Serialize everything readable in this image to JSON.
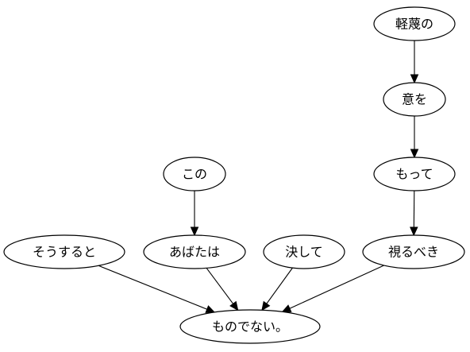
{
  "diagram": {
    "nodes": [
      {
        "id": "n1",
        "label": "軽蔑の"
      },
      {
        "id": "n2",
        "label": "意を"
      },
      {
        "id": "n3",
        "label": "もって"
      },
      {
        "id": "n4",
        "label": "この"
      },
      {
        "id": "n5",
        "label": "そうすると"
      },
      {
        "id": "n6",
        "label": "あばたは"
      },
      {
        "id": "n7",
        "label": "決して"
      },
      {
        "id": "n8",
        "label": "視るべき"
      },
      {
        "id": "n9",
        "label": "ものでない。"
      }
    ],
    "edges": [
      {
        "from": "n1",
        "to": "n2"
      },
      {
        "from": "n2",
        "to": "n3"
      },
      {
        "from": "n3",
        "to": "n8"
      },
      {
        "from": "n4",
        "to": "n6"
      },
      {
        "from": "n5",
        "to": "n9"
      },
      {
        "from": "n6",
        "to": "n9"
      },
      {
        "from": "n7",
        "to": "n9"
      },
      {
        "from": "n8",
        "to": "n9"
      }
    ]
  }
}
